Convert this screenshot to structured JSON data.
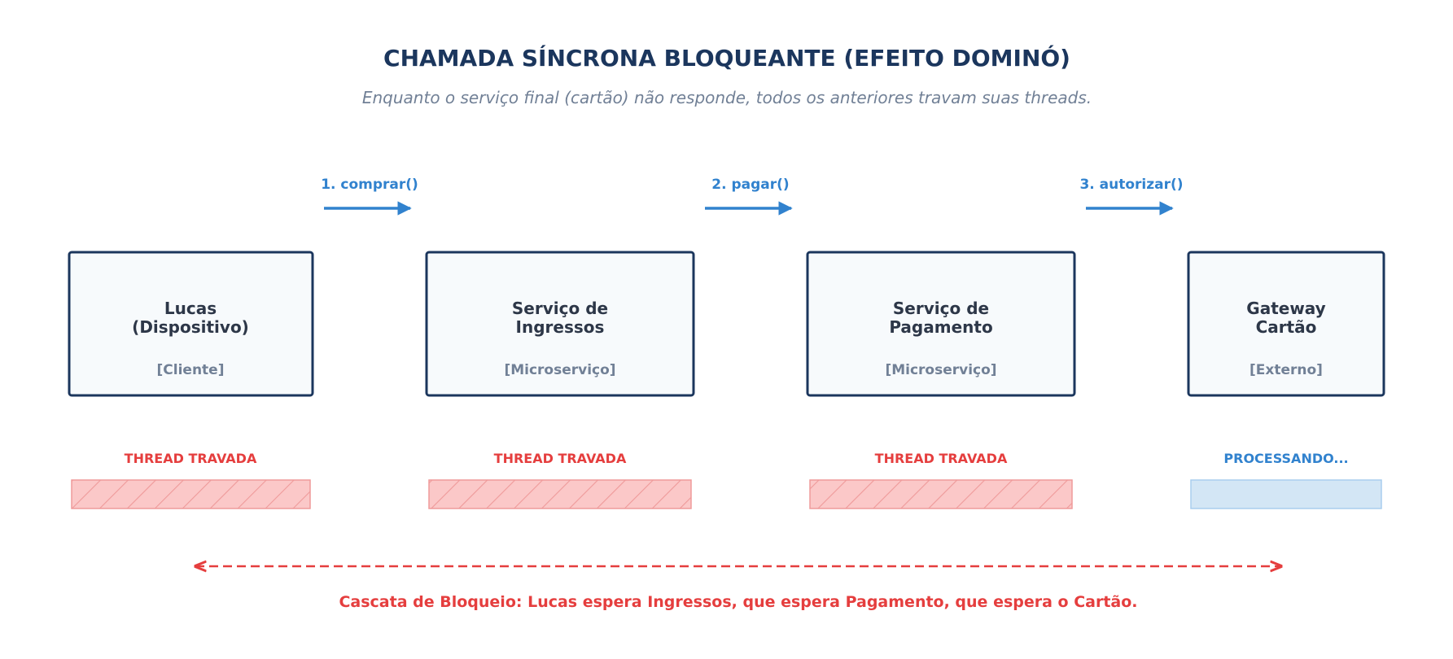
{
  "title": "CHAMADA SÍNCRONA BLOQUEANTE (EFEITO DOMINÓ)",
  "subtitle": "Enquanto o serviço final (cartão) não responde, todos os anteriores travam suas threads.",
  "colors": {
    "navy": "#1b365d",
    "blue_accent": "#3182ce",
    "red_blocked": "#e53e3e",
    "blocked_fill": "#fbc8c8",
    "processing_fill": "#d3e6f5",
    "box_fill": "#f7fafc"
  },
  "calls": [
    {
      "label": "1. comprar()"
    },
    {
      "label": "2. pagar()"
    },
    {
      "label": "3. autorizar()"
    }
  ],
  "nodes": [
    {
      "title_lines": [
        "Lucas",
        "(Dispositivo)"
      ],
      "subtitle": "[Cliente]",
      "status": "THREAD TRAVADA",
      "state": "blocked"
    },
    {
      "title_lines": [
        "Serviço de",
        "Ingressos"
      ],
      "subtitle": "[Microserviço]",
      "status": "THREAD TRAVADA",
      "state": "blocked"
    },
    {
      "title_lines": [
        "Serviço de",
        "Pagamento"
      ],
      "subtitle": "[Microserviço]",
      "status": "THREAD TRAVADA",
      "state": "blocked"
    },
    {
      "title_lines": [
        "Gateway",
        "Cartão"
      ],
      "subtitle": "[Externo]",
      "status": "PROCESSANDO...",
      "state": "processing"
    }
  ],
  "footer": {
    "text": "Cascata de Bloqueio: Lucas espera Ingressos, que espera Pagamento, que espera o Cartão."
  }
}
